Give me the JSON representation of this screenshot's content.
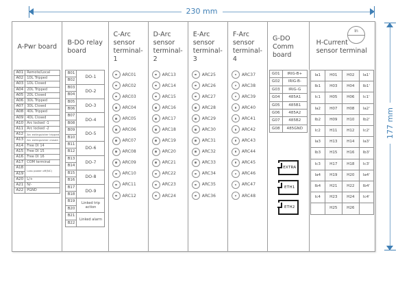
{
  "dimensions": {
    "width_label": "230 mm",
    "height_label": "177 mm"
  },
  "indicator": {
    "label": "In"
  },
  "columns": {
    "a": {
      "title": "A-Pwr board",
      "rows": [
        {
          "code": "A01",
          "desc": "Remote/Local",
          "tiny": false
        },
        {
          "code": "A02",
          "desc": "1DL Tripped",
          "tiny": false
        },
        {
          "code": "A03",
          "desc": "1DL Closed",
          "tiny": false
        },
        {
          "code": "A04",
          "desc": "2DL Tripped",
          "tiny": false
        },
        {
          "code": "A05",
          "desc": "2DL Closed",
          "tiny": false
        },
        {
          "code": "A06",
          "desc": "3DL Tripped",
          "tiny": false
        },
        {
          "code": "A07",
          "desc": "3DL Closed",
          "tiny": false
        },
        {
          "code": "A08",
          "desc": "4DL Tripped",
          "tiny": false
        },
        {
          "code": "A09",
          "desc": "4DL Closed",
          "tiny": false
        },
        {
          "code": "A10",
          "desc": "Arc locked -1",
          "tiny": false
        },
        {
          "code": "A11",
          "desc": "Arc locked -2",
          "tiny": false
        },
        {
          "code": "A12",
          "desc": "Arc extinguisher tripped",
          "tiny": true
        },
        {
          "code": "A13",
          "desc": "Arc extinguisher closed",
          "tiny": true
        },
        {
          "code": "A14",
          "desc": "Free DI 14",
          "tiny": false
        },
        {
          "code": "A15",
          "desc": "Free DI 15",
          "tiny": false
        },
        {
          "code": "A16",
          "desc": "Free DI 16",
          "tiny": false
        },
        {
          "code": "A17",
          "desc": "COM terminal",
          "tiny": false
        }
      ],
      "merged_rows": [
        {
          "codes": [
            "A18",
            "A19"
          ],
          "desc": "Loss power off(NC)"
        }
      ],
      "tail_rows": [
        {
          "code": "A20",
          "desc": "L/+"
        },
        {
          "code": "A21",
          "desc": "N/-"
        },
        {
          "code": "A22",
          "desc": "PGND"
        }
      ]
    },
    "b": {
      "title": "B-DO relay board",
      "groups": [
        {
          "codes": [
            "B01",
            "B02"
          ],
          "label": "DO-1",
          "small": false
        },
        {
          "codes": [
            "B03",
            "B04"
          ],
          "label": "DO-2",
          "small": false
        },
        {
          "codes": [
            "B05",
            "B06"
          ],
          "label": "DO-3",
          "small": false
        },
        {
          "codes": [
            "B07",
            "B08"
          ],
          "label": "DO-4",
          "small": false
        },
        {
          "codes": [
            "B09",
            "B10"
          ],
          "label": "DO-5",
          "small": false
        },
        {
          "codes": [
            "B11",
            "B12"
          ],
          "label": "DO-6",
          "small": false
        },
        {
          "codes": [
            "B13",
            "B14"
          ],
          "label": "DO-7",
          "small": false
        },
        {
          "codes": [
            "B15",
            "B16"
          ],
          "label": "DO-8",
          "small": false
        },
        {
          "codes": [
            "B17",
            "B18"
          ],
          "label": "DO-9",
          "small": false
        },
        {
          "codes": [
            "B19",
            "B20"
          ],
          "label": "Linked trip action",
          "small": true
        },
        {
          "codes": [
            "B21",
            "B22"
          ],
          "label": "Linked alarm",
          "small": true
        }
      ]
    },
    "c": {
      "title": "C-Arc sensor terminal-1",
      "ports": [
        "ARC01",
        "ARC02",
        "ARC03",
        "ARC04",
        "ARC05",
        "ARC06",
        "ARC07",
        "ARC08",
        "ARC09",
        "ARC10",
        "ARC11",
        "ARC12"
      ]
    },
    "d": {
      "title": "D-Arc sensor terminal-2",
      "ports": [
        "ARC13",
        "ARC14",
        "ARC15",
        "ARC16",
        "ARC17",
        "ARC18",
        "ARC19",
        "ARC20",
        "ARC21",
        "ARC22",
        "ARC23",
        "ARC24"
      ]
    },
    "e": {
      "title": "E-Arc sensor terminal-3",
      "ports": [
        "ARC25",
        "ARC26",
        "ARC27",
        "ARC28",
        "ARC29",
        "ARC30",
        "ARC31",
        "ARC32",
        "ARC33",
        "ARC34",
        "ARC35",
        "ARC36"
      ]
    },
    "f": {
      "title": "F-Arc sensor terminal-4",
      "ports": [
        "ARC37",
        "ARC38",
        "ARC39",
        "ARC40",
        "ARC41",
        "ARC42",
        "ARC43",
        "ARC44",
        "ARC45",
        "ARC46",
        "ARC47",
        "ARC48"
      ]
    },
    "g": {
      "title": "G-DO Comm board",
      "rows": [
        {
          "code": "G01",
          "desc": "IRIG-B+"
        },
        {
          "code": "G02",
          "desc": "IRIG-B-"
        },
        {
          "code": "G03",
          "desc": "IRIG-G"
        },
        {
          "code": "G04",
          "desc": "485A1"
        },
        {
          "code": "G05",
          "desc": "485B1"
        },
        {
          "code": "G06",
          "desc": "485A2"
        },
        {
          "code": "G07",
          "desc": "485B2"
        },
        {
          "code": "G08",
          "desc": "485GND"
        }
      ],
      "ports": [
        "EXTRA",
        "ETH1",
        "ETH2"
      ]
    },
    "h": {
      "title": "H-Current sensor terminal",
      "rows": [
        {
          "left": "Ia1",
          "c1": "H01",
          "c2": "H02",
          "right": "Ia1'"
        },
        {
          "left": "Ib1",
          "c1": "H03",
          "c2": "H04",
          "right": "Ib1'"
        },
        {
          "left": "Ic1",
          "c1": "H05",
          "c2": "H06",
          "right": "Ic1'"
        },
        {
          "left": "Ia2",
          "c1": "H07",
          "c2": "H08",
          "right": "Ia2'"
        },
        {
          "left": "Ib2",
          "c1": "H09",
          "c2": "H10",
          "right": "Ib2'"
        },
        {
          "left": "Ic2",
          "c1": "H11",
          "c2": "H12",
          "right": "Ic2'"
        },
        {
          "left": "Ia3",
          "c1": "H13",
          "c2": "H14",
          "right": "Ia3'"
        },
        {
          "left": "Ib3",
          "c1": "H15",
          "c2": "H16",
          "right": "Ib3'"
        },
        {
          "left": "Ic3",
          "c1": "H17",
          "c2": "H18",
          "right": "Ic3'"
        },
        {
          "left": "Ia4",
          "c1": "H19",
          "c2": "H20",
          "right": "Ia4'"
        },
        {
          "left": "Ib4",
          "c1": "H21",
          "c2": "H22",
          "right": "Ib4'"
        },
        {
          "left": "Ic4",
          "c1": "H23",
          "c2": "H24",
          "right": "Ic4'"
        },
        {
          "left": "",
          "c1": "H25",
          "c2": "H26",
          "right": ""
        }
      ]
    }
  }
}
